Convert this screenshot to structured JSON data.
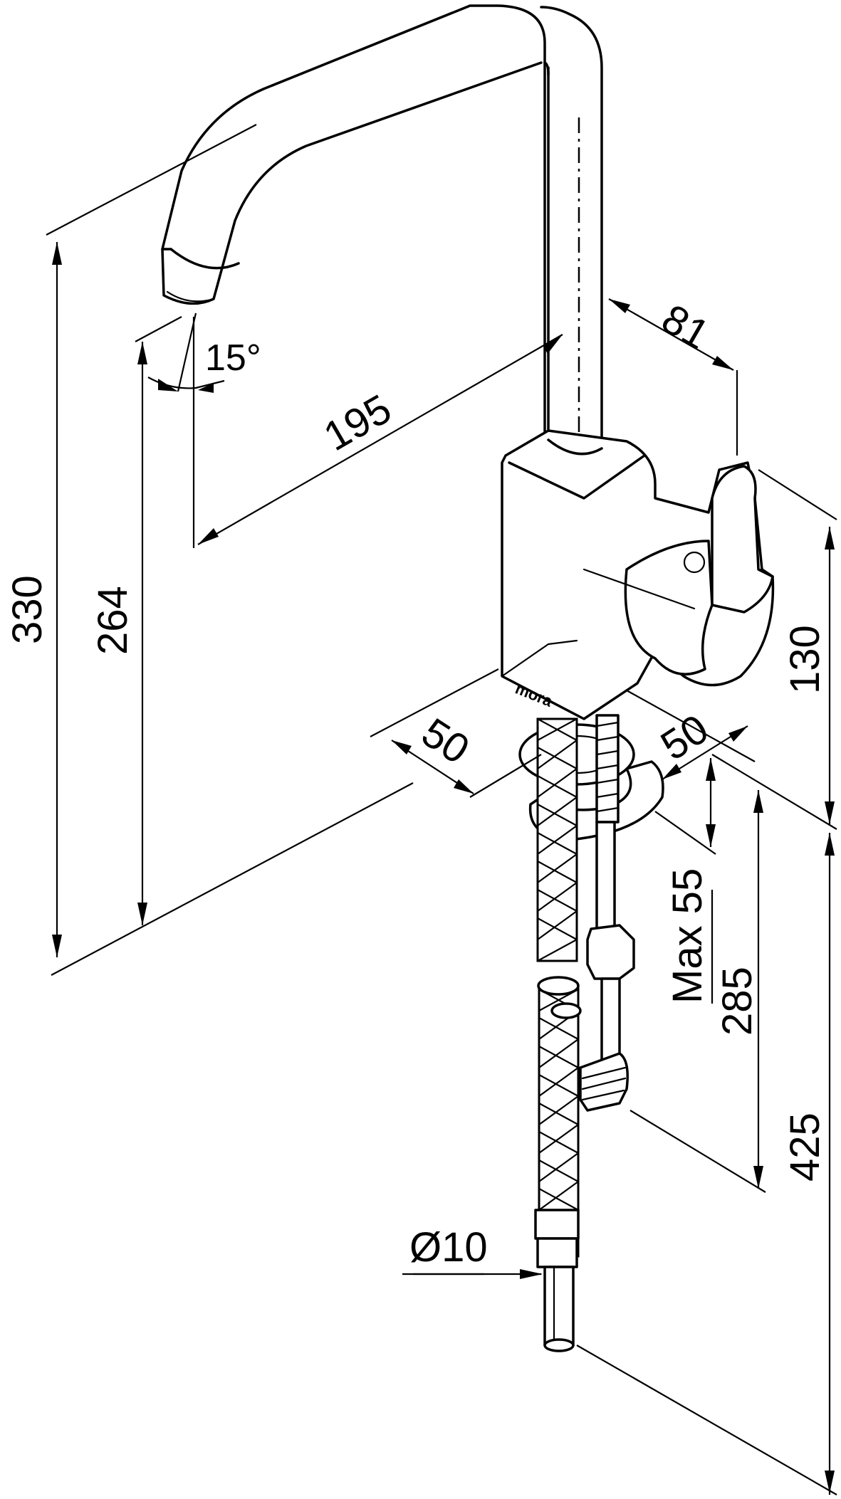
{
  "brand": "mora",
  "dimensions": {
    "total_height": "330",
    "spout_height": "264",
    "reach": "195",
    "angle": "15°",
    "spout_offset": "81",
    "body_height": "130",
    "body_depth_left": "50",
    "body_depth_right": "50",
    "max_thickness": "Max 55",
    "hose_length": "285",
    "below_counter": "425",
    "diameter": "Ø10"
  }
}
